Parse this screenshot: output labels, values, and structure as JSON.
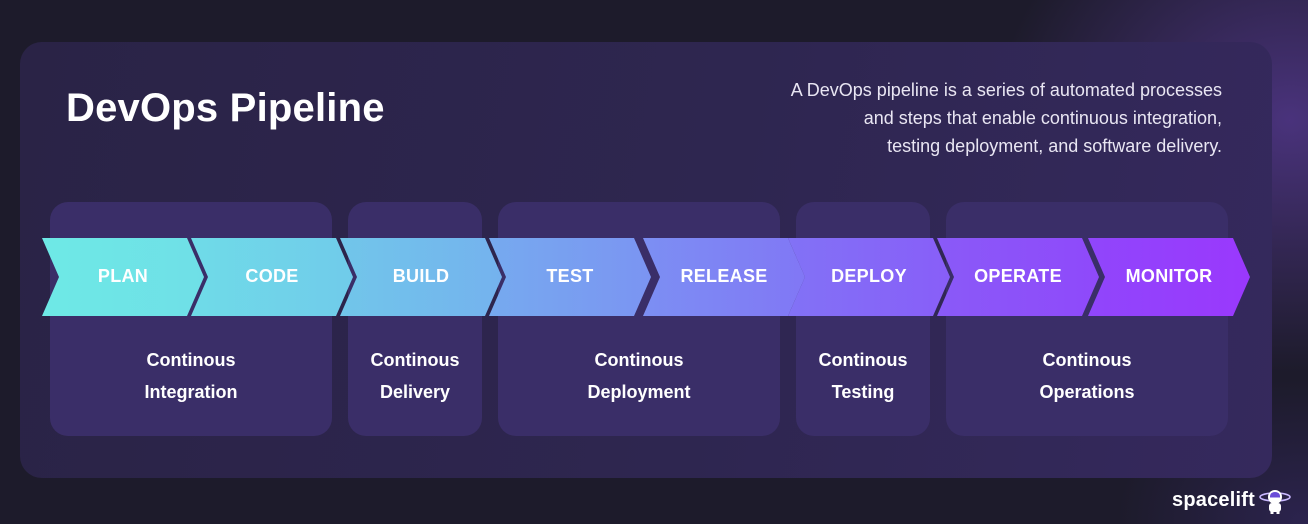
{
  "title": "DevOps Pipeline",
  "description_lines": [
    "A DevOps pipeline is a series of automated processes",
    "and steps that enable continuous integration,",
    "testing deployment, and software delivery."
  ],
  "stages": [
    {
      "label": "PLAN",
      "color_start": "#6ee9e6",
      "color_end": "#6fdfe7"
    },
    {
      "label": "CODE",
      "color_start": "#6fdbe8",
      "color_end": "#70cbea"
    },
    {
      "label": "BUILD",
      "color_start": "#71c6ea",
      "color_end": "#74b2ee"
    },
    {
      "label": "TEST",
      "color_start": "#76aaef",
      "color_end": "#7b94f2"
    },
    {
      "label": "RELEASE",
      "color_start": "#7c8ff3",
      "color_end": "#8177f5"
    },
    {
      "label": "DEPLOY",
      "color_start": "#8272f6",
      "color_end": "#885ef8"
    },
    {
      "label": "OPERATE",
      "color_start": "#8a5af8",
      "color_end": "#8f49fa"
    },
    {
      "label": "MONITOR",
      "color_start": "#9046fb",
      "color_end": "#9a38fd"
    }
  ],
  "groups": [
    {
      "line1": "Continous",
      "line2": "Integration"
    },
    {
      "line1": "Continous",
      "line2": "Delivery"
    },
    {
      "line1": "Continous",
      "line2": "Deployment"
    },
    {
      "line1": "Continous",
      "line2": "Testing"
    },
    {
      "line1": "Continous",
      "line2": "Operations"
    }
  ],
  "brand": {
    "name": "spacelift",
    "icon": "astronaut-icon"
  },
  "colors": {
    "background": "#1d1b2b",
    "panel": "#2c2550",
    "group_box": "#3a2e68",
    "text": "#ffffff"
  }
}
